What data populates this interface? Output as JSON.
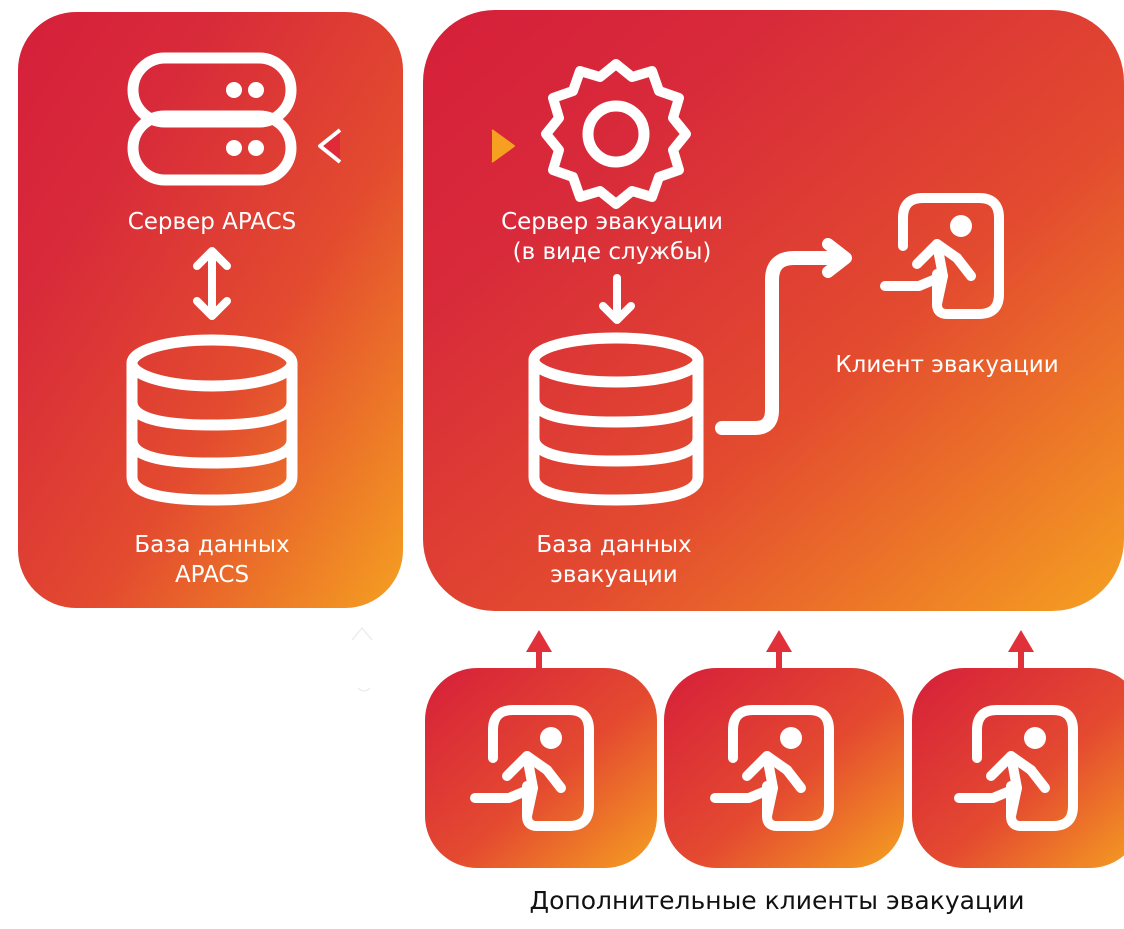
{
  "apacs_panel": {
    "server_label": "Сервер APACS",
    "db_label_line1": "База данных",
    "db_label_line2": "APACS"
  },
  "evacuation_panel": {
    "server_label_line1": "Сервер эвакуации",
    "server_label_line2": "(в виде службы)",
    "db_label_line1": "База данных",
    "db_label_line2": "эвакуации",
    "client_label": "Клиент эвакуации"
  },
  "additional_clients": {
    "count_shown": 3,
    "caption": "Дополнительные клиенты эвакуации"
  },
  "icons": {
    "apacs_server": "server-icon",
    "apacs_db": "database-icon",
    "evac_server": "gear-icon",
    "evac_db": "database-icon",
    "evac_client": "emergency-exit-icon"
  },
  "colors": {
    "gradient_start": "#d61f3a",
    "gradient_mid": "#e3462e",
    "gradient_end": "#f5a021",
    "caption_text": "#111111"
  }
}
